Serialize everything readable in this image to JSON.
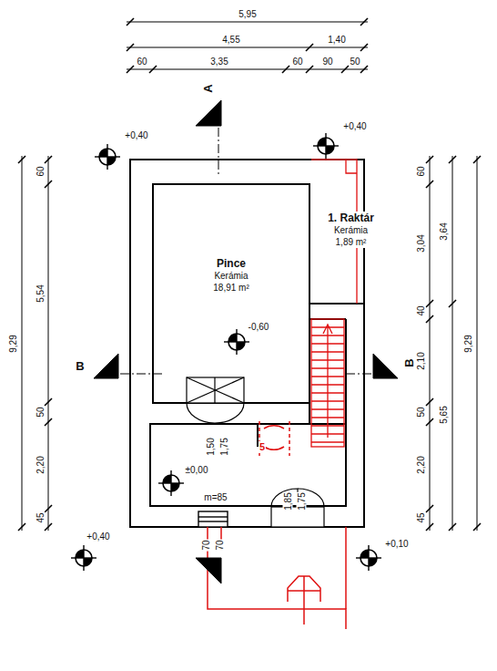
{
  "diagram": {
    "nodes": [
      {
        "text": [
          "Pince",
          "Kerámia",
          "18,91 m²"
        ]
      },
      {
        "text": [
          "1. Raktár",
          "Kerámia",
          "1,89 m²"
        ]
      }
    ],
    "labels": [
      "5,95",
      "4,55",
      "1,40",
      "60",
      "3,35",
      "60",
      "90",
      "50",
      "9,29",
      "60",
      "5,54",
      "50",
      "2,20",
      "45",
      "60",
      "3,04",
      "40",
      "2,10",
      "50",
      "2,20",
      "45",
      "3,64",
      "5,65",
      "9,29",
      "+0,40",
      "+0,40",
      "-0,60",
      "±0,00",
      "+0,40",
      "+0,10",
      "A",
      "B",
      "B",
      "1,50",
      "1,75",
      "1,85",
      "1,75",
      "m=85",
      "70",
      "70",
      "5"
    ]
  }
}
